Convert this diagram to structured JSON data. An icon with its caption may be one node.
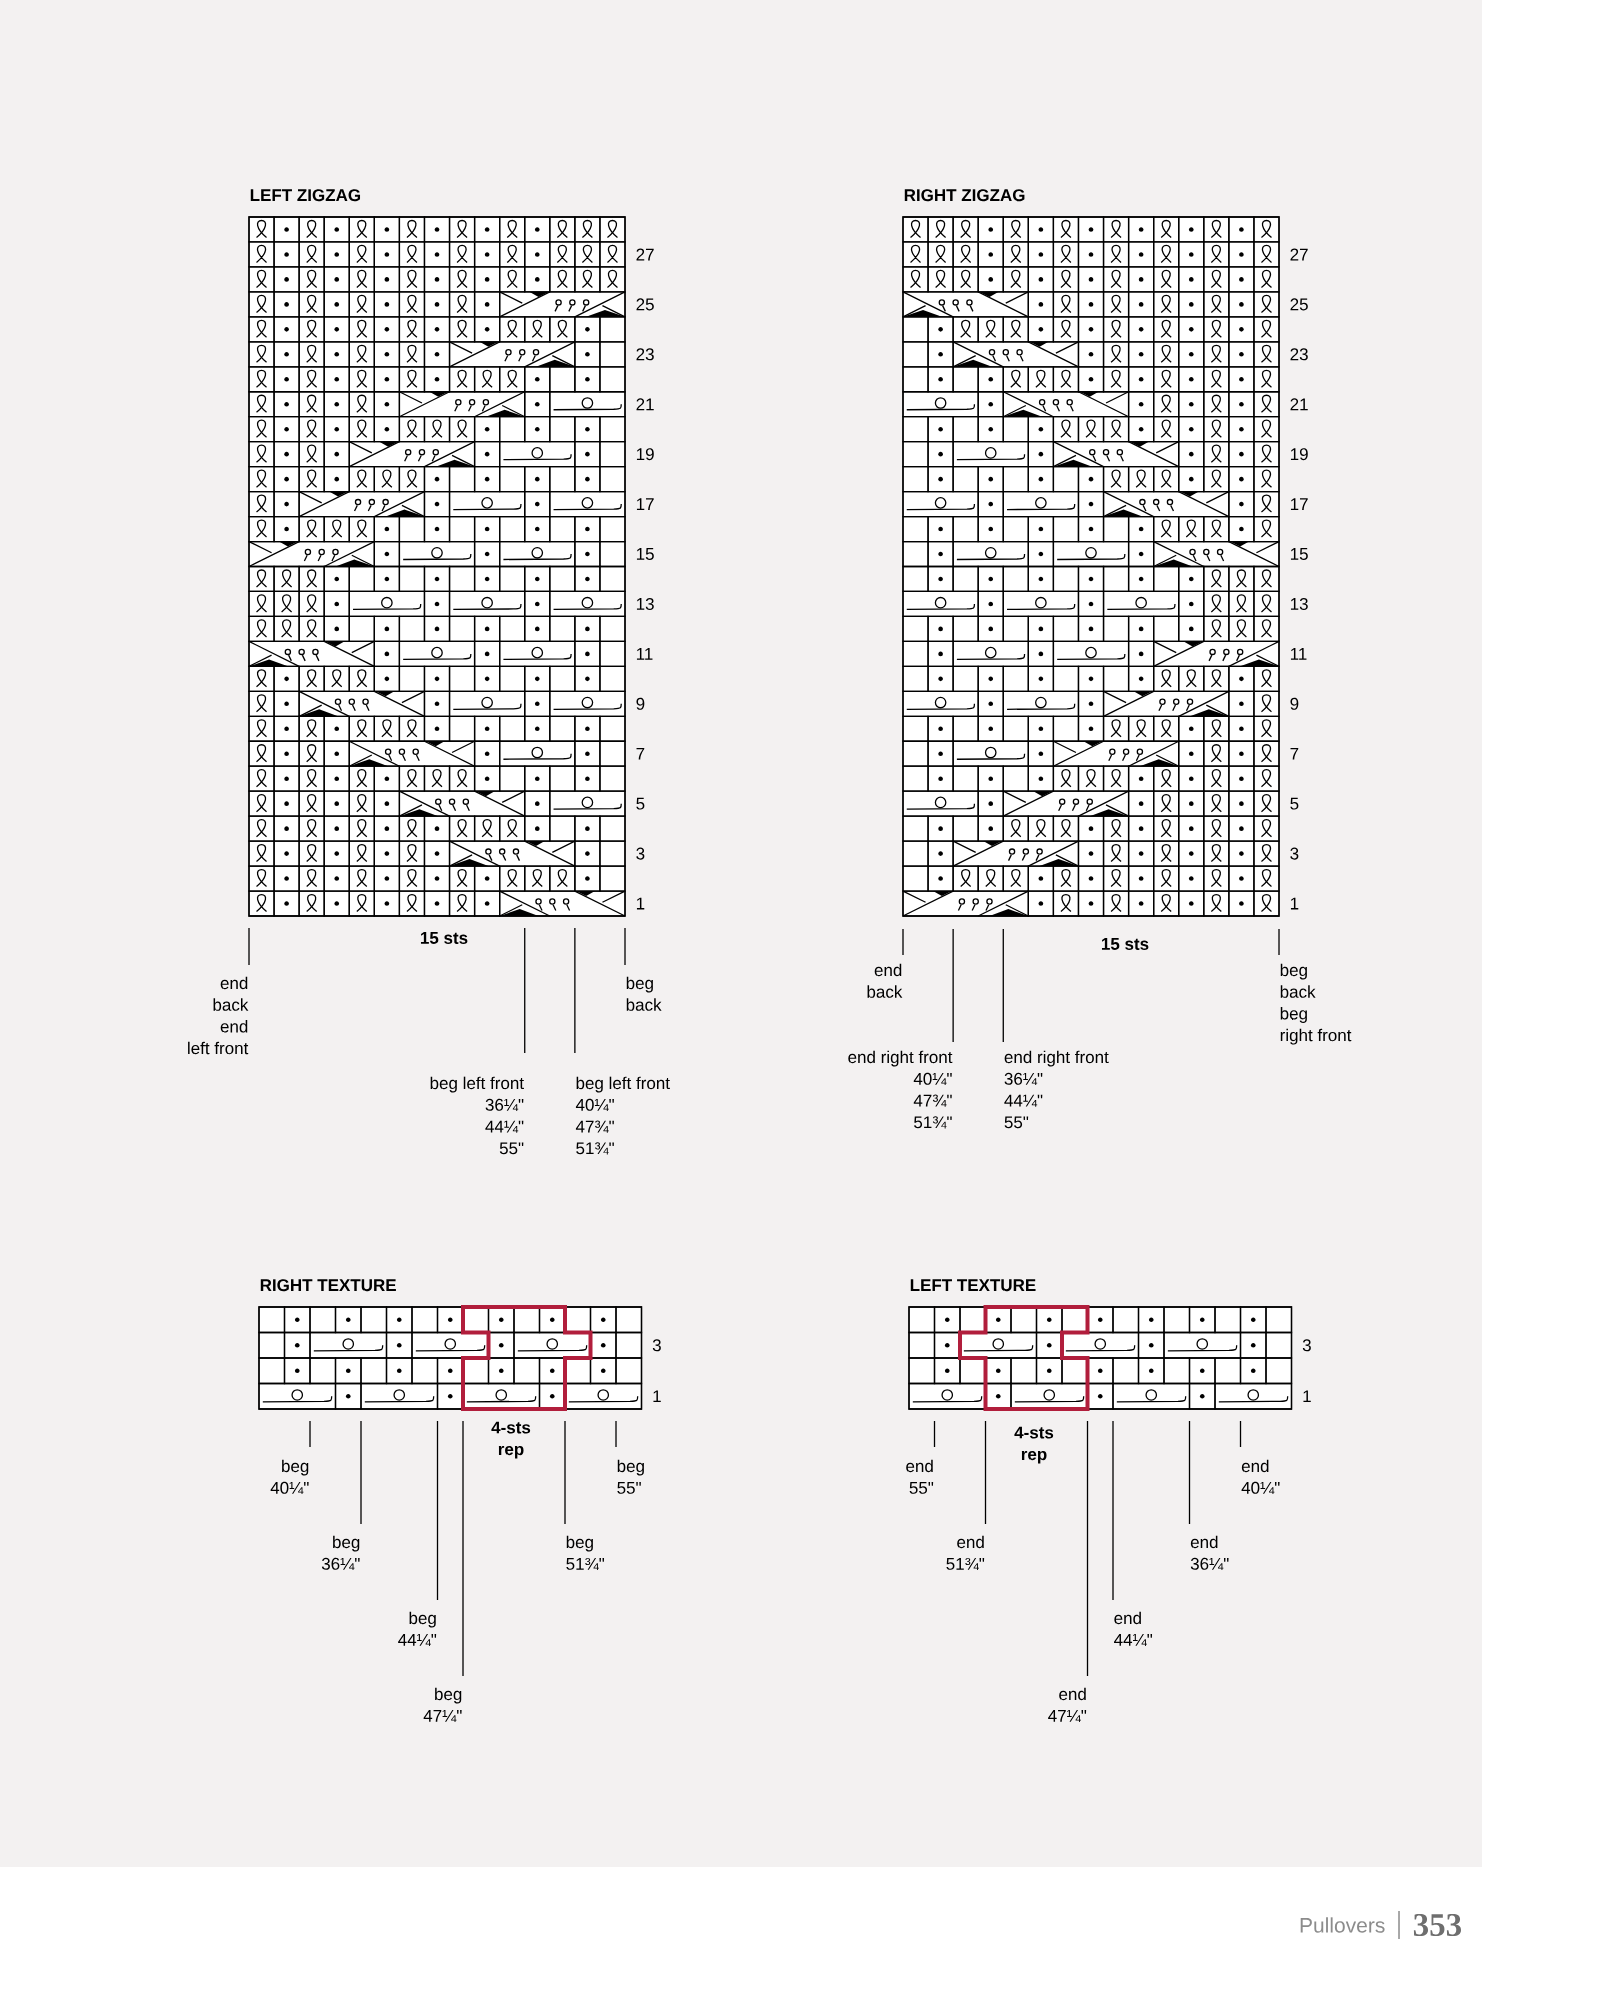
{
  "diagram": {
    "nodes": [
      {
        "text": [
          "LEFT ZIGZAG"
        ],
        "beside": [
          "27",
          "25",
          "23",
          "21",
          "19",
          "17",
          "15",
          "13",
          "11",
          "9",
          "7",
          "5",
          "3",
          "1"
        ]
      },
      {
        "text": [
          "end back end left front"
        ]
      },
      {
        "text": [
          "beg back"
        ]
      },
      {
        "text": [
          "beg left front 36¼\" 44¼\" 55\""
        ]
      },
      {
        "text": [
          "beg left front 40¼\" 47¾\" 51¾\""
        ]
      },
      {
        "text": [
          "RIGHT ZIGZAG"
        ],
        "beside": [
          "27",
          "25",
          "23",
          "21",
          "19",
          "17",
          "15",
          "13",
          "11",
          "9",
          "7",
          "5",
          "3",
          "1"
        ]
      },
      {
        "text": [
          "end back"
        ]
      },
      {
        "text": [
          "end right front 40¼\" 47¾\" 51¾\""
        ]
      },
      {
        "text": [
          "end right front 36¼\" 44¼\" 55\""
        ]
      },
      {
        "text": [
          "beg back beg right front"
        ]
      },
      {
        "text": [
          "RIGHT TEXTURE"
        ],
        "beside": [
          "3",
          "1"
        ]
      },
      {
        "text": [
          "beg 40¼\""
        ]
      },
      {
        "text": [
          "beg 55\""
        ]
      },
      {
        "text": [
          "beg 36¼\""
        ]
      },
      {
        "text": [
          "beg 51¾\""
        ]
      },
      {
        "text": [
          "beg 44¼\""
        ]
      },
      {
        "text": [
          "beg 47¼\""
        ]
      },
      {
        "text": [
          "LEFT TEXTURE"
        ],
        "beside": [
          "3",
          "1"
        ]
      },
      {
        "text": [
          "end 55\""
        ]
      },
      {
        "text": [
          "end 40¼\""
        ]
      },
      {
        "text": [
          "end 51¾\""
        ]
      },
      {
        "text": [
          "end 36¼\""
        ]
      },
      {
        "text": [
          "end 44¼\""
        ]
      },
      {
        "text": [
          "end 47¼\""
        ]
      }
    ],
    "edges": [
      {
        "from": 1,
        "to": 0,
        "arrow": "none"
      },
      {
        "from": 2,
        "to": 0,
        "arrow": "none"
      },
      {
        "from": 3,
        "to": 0,
        "arrow": "none"
      },
      {
        "from": 4,
        "to": 0,
        "arrow": "none"
      },
      {
        "from": 6,
        "to": 5,
        "arrow": "none"
      },
      {
        "from": 7,
        "to": 5,
        "arrow": "none"
      },
      {
        "from": 8,
        "to": 5,
        "arrow": "none"
      },
      {
        "from": 9,
        "to": 5,
        "arrow": "none"
      },
      {
        "from": 11,
        "to": 10,
        "arrow": "none"
      },
      {
        "from": 12,
        "to": 10,
        "arrow": "none"
      },
      {
        "from": 13,
        "to": 10,
        "arrow": "none"
      },
      {
        "from": 14,
        "to": 10,
        "arrow": "none"
      },
      {
        "from": 15,
        "to": 10,
        "arrow": "none"
      },
      {
        "from": 16,
        "to": 10,
        "arrow": "none"
      },
      {
        "from": 18,
        "to": 17,
        "arrow": "none"
      },
      {
        "from": 19,
        "to": 17,
        "arrow": "none"
      },
      {
        "from": 20,
        "to": 17,
        "arrow": "none"
      },
      {
        "from": 21,
        "to": 17,
        "arrow": "none"
      },
      {
        "from": 22,
        "to": 17,
        "arrow": "none"
      },
      {
        "from": 23,
        "to": 17,
        "arrow": "none"
      }
    ],
    "labels": [
      "15 sts",
      "15 sts",
      "4-sts rep",
      "4-sts rep",
      "Pullovers",
      "353"
    ]
  }
}
